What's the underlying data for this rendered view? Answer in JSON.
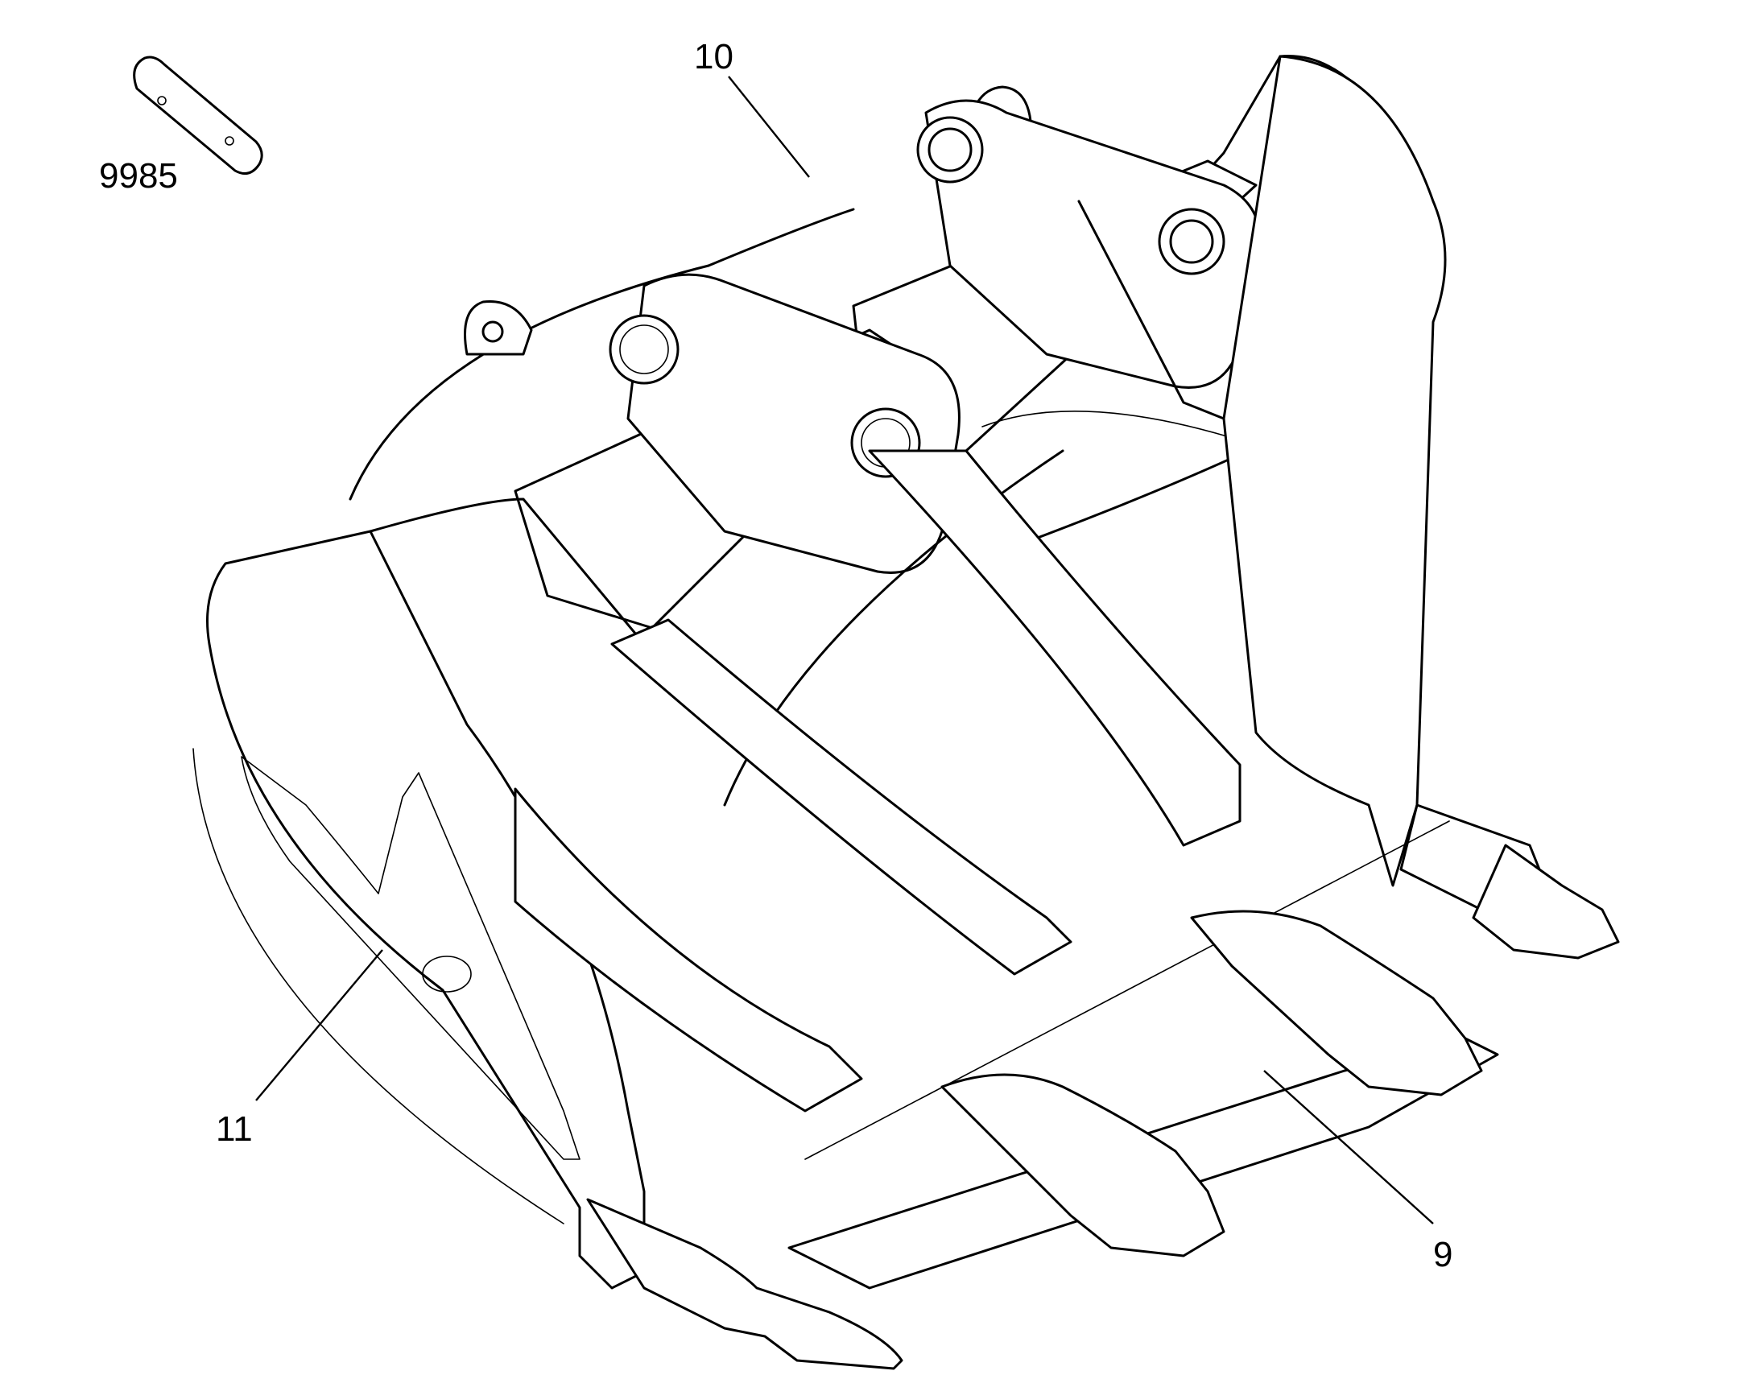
{
  "diagram": {
    "callouts": {
      "c9985": "9985",
      "c10": "10",
      "c11": "11",
      "c9": "9"
    }
  }
}
